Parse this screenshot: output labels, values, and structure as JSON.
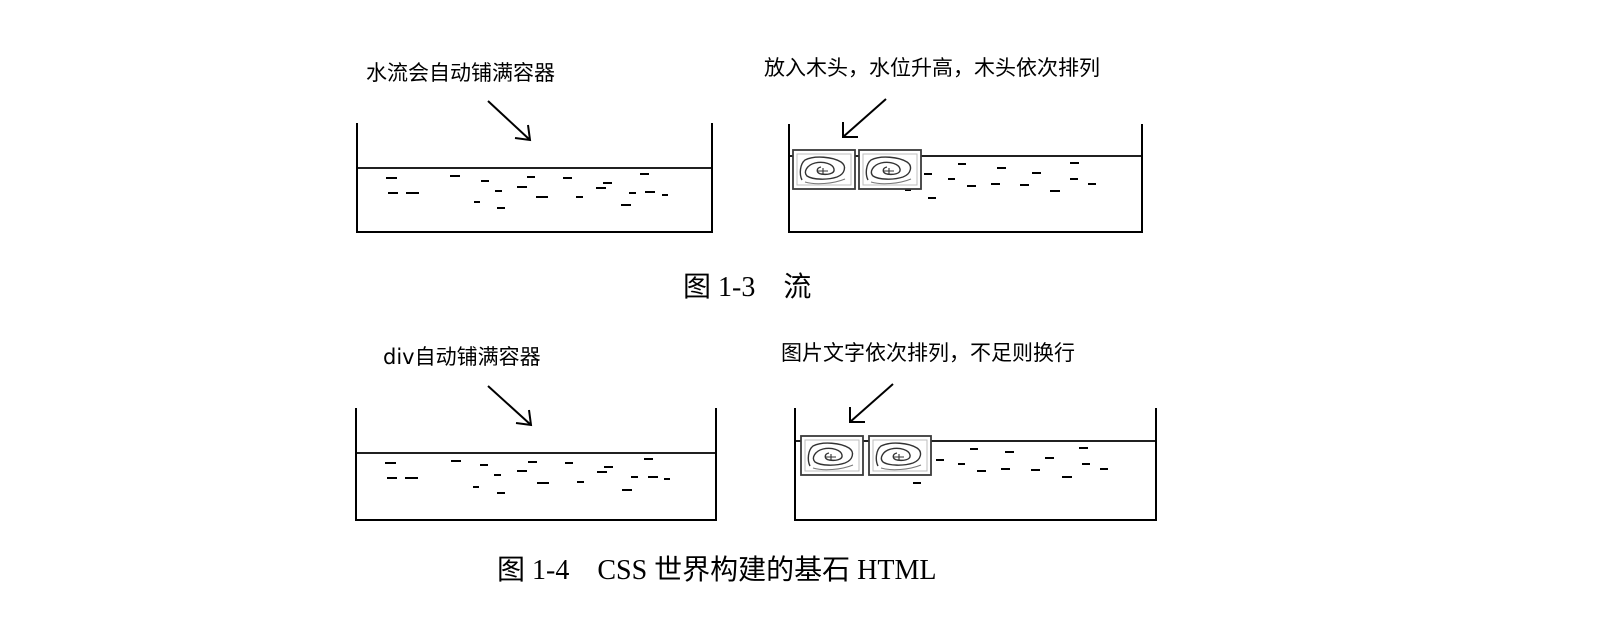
{
  "figure_1_3": {
    "left_note": "水流会自动铺满容器",
    "right_note": "放入木头，水位升高，木头依次排列",
    "caption": "图 1-3　流"
  },
  "figure_1_4": {
    "left_note": "div自动铺满容器",
    "right_note": "图片文字依次排列，不足则换行",
    "caption": "图 1-4　CSS 世界构建的基石 HTML"
  }
}
